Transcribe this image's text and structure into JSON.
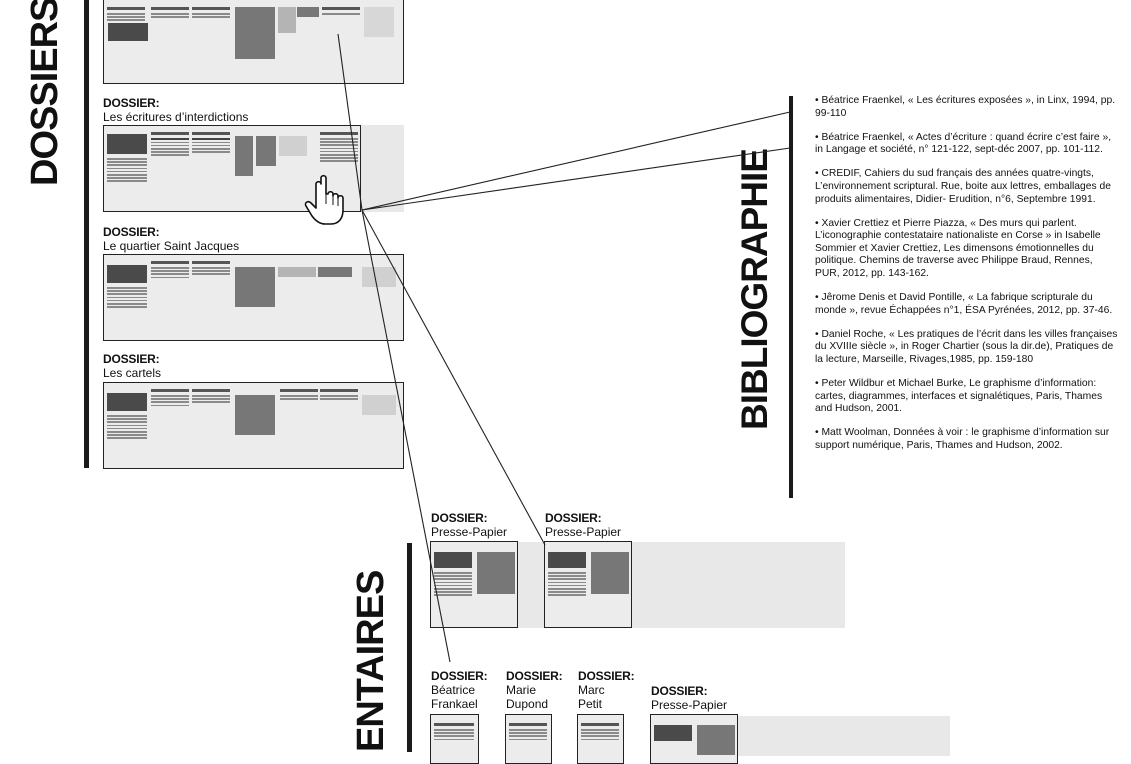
{
  "titles": {
    "dossiers": "DOSSIERS",
    "bibliographie": "BIBLIOGRAPHIE",
    "commentaires_partial": "ENTAIRES"
  },
  "dossier_label": "DOSSIER:",
  "dossiers": [
    {
      "name": "Les écritures d’interdictions"
    },
    {
      "name": "Le quartier Saint Jacques"
    },
    {
      "name": "Les cartels"
    }
  ],
  "presse": [
    {
      "label": "DOSSIER:",
      "name": "Presse-Papier"
    },
    {
      "label": "DOSSIER:",
      "name": "Presse-Papier"
    }
  ],
  "commentaires": [
    {
      "label": "DOSSIER:",
      "line1": "Béatrice",
      "line2": "Frankael"
    },
    {
      "label": "DOSSIER:",
      "line1": "Marie",
      "line2": "Dupond"
    },
    {
      "label": "DOSSIER:",
      "line1": "Marc",
      "line2": "Petit"
    },
    {
      "label": "DOSSIER:",
      "line1": "Presse-Papier",
      "line2": ""
    }
  ],
  "bibliographie": [
    "• Béatrice Fraenkel, « Les écritures exposées », in  Linx, 1994, pp. 99-110",
    "• Béatrice Fraenkel, « Actes d’écriture : quand écrire c’est faire », in Langage et société, n° 121-122, sept-déc 2007, pp. 101-112.",
    "• CREDIF, Cahiers du sud français des années quatre-vingts, L’environnement scriptural. Rue, boite aux lettres, emballages de produits alimentaires, Didier- Erudition, n°6, Septembre 1991.",
    "• Xavier Crettiez et Pierre Piazza, « Des murs qui parlent. L’iconographie contestataire nationaliste en Corse » in Isabelle Sommier et Xavier Crettiez, Les dimensons émotionnelles du politique. Chemins de traverse avec Philippe Braud, Rennes, PUR, 2012, pp. 143-162.",
    "• Jêrome Denis et David Pontille, « La fabrique scripturale du monde », revue Échappées n°1, ÉSA Pyrénées, 2012, pp. 37-46.",
    "• Daniel Roche, « Les pratiques de l’écrit dans les villes françaises du XVIIIe siècle », in Roger Chartier (sous la dir.de), Pratiques de la lecture, Marseille, Rivages,1985, pp. 159-180",
    "• Peter Wildbur et Michael Burke, Le graphisme d’information: cartes, diagrammes, interfaces et signalétiques, Paris, Thames and Hudson, 2001.",
    "• Matt Woolman, Données à voir : le graphisme d’information sur support numérique, Paris, Thames and Hudson, 2002."
  ],
  "icons": {
    "cursor": "hand-pointer-icon"
  }
}
